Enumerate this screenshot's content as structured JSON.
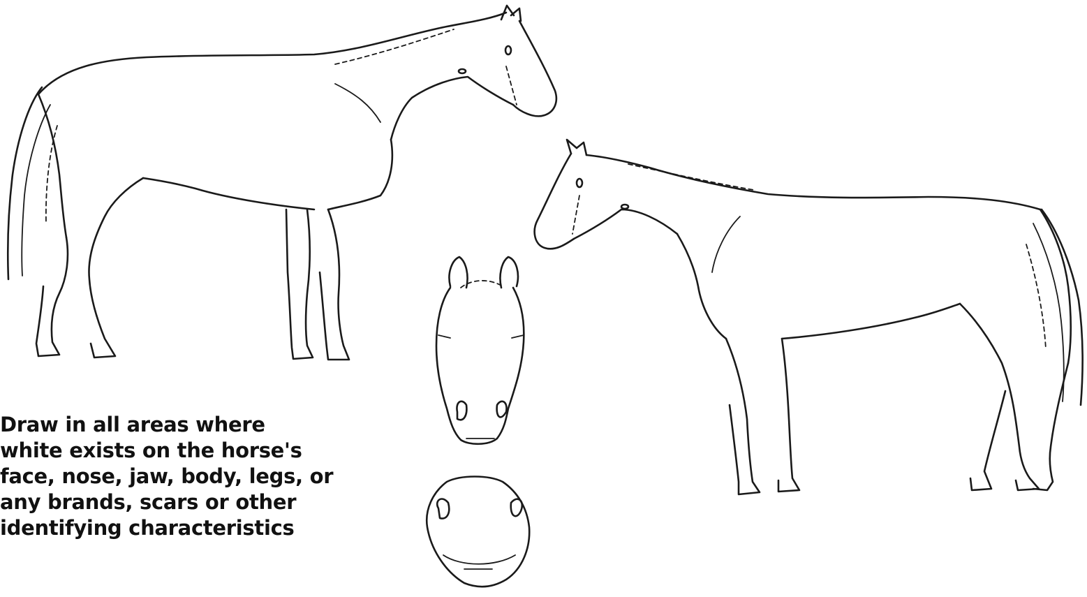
{
  "document": {
    "instructions": {
      "lines": [
        "Draw in all areas where",
        "white exists  on the horse's",
        "face, nose, jaw, body, legs, or",
        "any brands, scars or other",
        "identifying characteristics"
      ]
    },
    "figures": {
      "left_side_view": "horse-left-side-outline",
      "right_side_view": "horse-right-side-outline",
      "front_face_view": "horse-face-front-outline",
      "muzzle_view": "horse-muzzle-outline"
    },
    "colors": {
      "ink": "#1a1a1a",
      "paper": "#ffffff"
    }
  }
}
